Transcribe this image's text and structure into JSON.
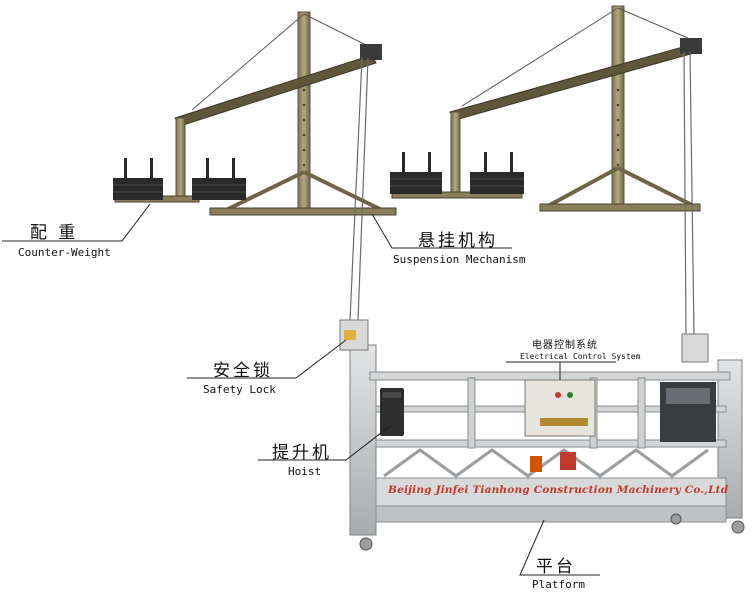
{
  "labels": {
    "counterweight": {
      "zh": "配 重",
      "en": "Counter-Weight"
    },
    "suspension": {
      "zh": "悬挂机构",
      "en": "Suspension Mechanism"
    },
    "safety_lock": {
      "zh": "安全锁",
      "en": "Safety Lock"
    },
    "hoist": {
      "zh": "提升机",
      "en": "Hoist"
    },
    "control": {
      "zh": "电器控制系统",
      "en": "Electrical Control System"
    },
    "platform": {
      "zh": "平台",
      "en": "Platform"
    }
  },
  "brand_text": "Beijing Jinfei Tianhong Construction Machinery Co.,Ltd",
  "colors": {
    "frame_steel": "#9a8f6a",
    "platform_steel": "#c8cacb",
    "weight_block": "#2a2a2a",
    "brand_red": "#c0392b",
    "label_line": "#222222"
  }
}
